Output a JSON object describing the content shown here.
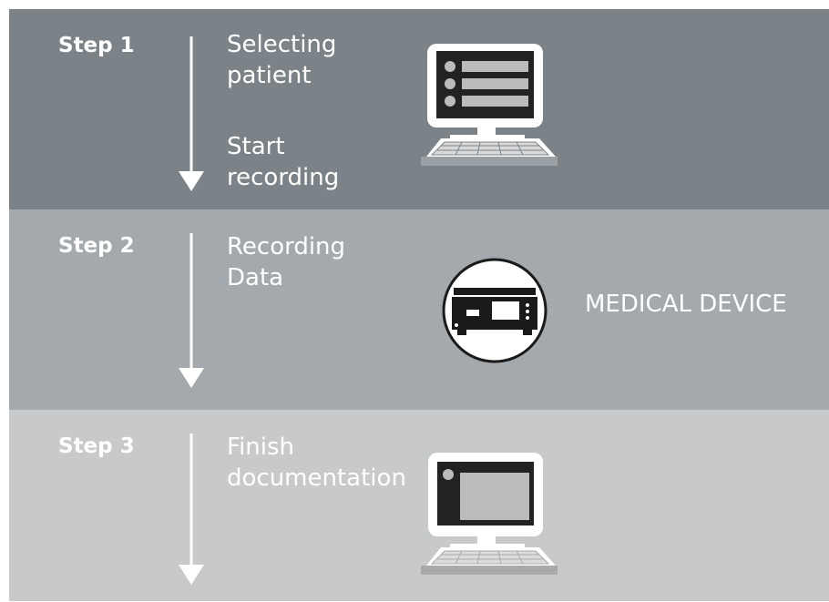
{
  "steps": [
    {
      "label": "Step 1",
      "lines": [
        "Selecting",
        "patient"
      ],
      "lines_extra": [
        "Start",
        "recording"
      ]
    },
    {
      "label": "Step 2",
      "lines": [
        "Recording",
        "Data"
      ],
      "device_label": "MEDICAL DEVICE"
    },
    {
      "label": "Step 3",
      "lines": [
        "Finish",
        "documentation"
      ]
    }
  ],
  "icons": {
    "step1": "computer-list-icon",
    "step2": "medical-device-icon",
    "step3": "computer-document-icon"
  },
  "colors": {
    "band1": "#7b8388",
    "band2": "#a4a9ad",
    "band3": "#c8c9cb",
    "text": "#ffffff"
  }
}
